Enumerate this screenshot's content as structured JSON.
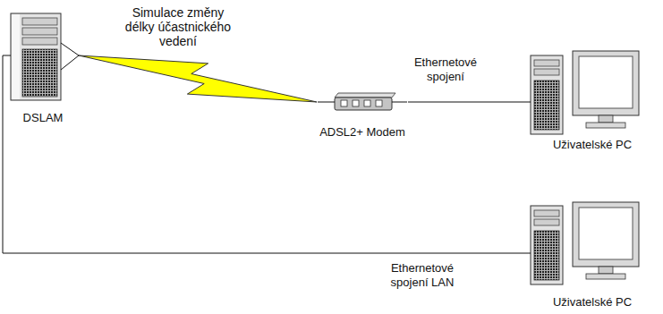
{
  "diagram": {
    "nodes": [
      {
        "text": [
          "DSLAM"
        ]
      },
      {
        "text": [
          "ADSL2+ Modem"
        ]
      },
      {
        "text": [
          "Uživatelské PC"
        ]
      },
      {
        "text": [
          "Uživatelské PC"
        ]
      }
    ],
    "edges": [
      {
        "from": 0,
        "to": 1,
        "arrow": "none",
        "label": "Simulace změny délky účastnického vedení"
      },
      {
        "from": 1,
        "to": 2,
        "arrow": "none",
        "label": "Ethernetové spojení"
      },
      {
        "from": 0,
        "to": 3,
        "arrow": "none",
        "label": "Ethernetové spojení LAN"
      }
    ]
  }
}
